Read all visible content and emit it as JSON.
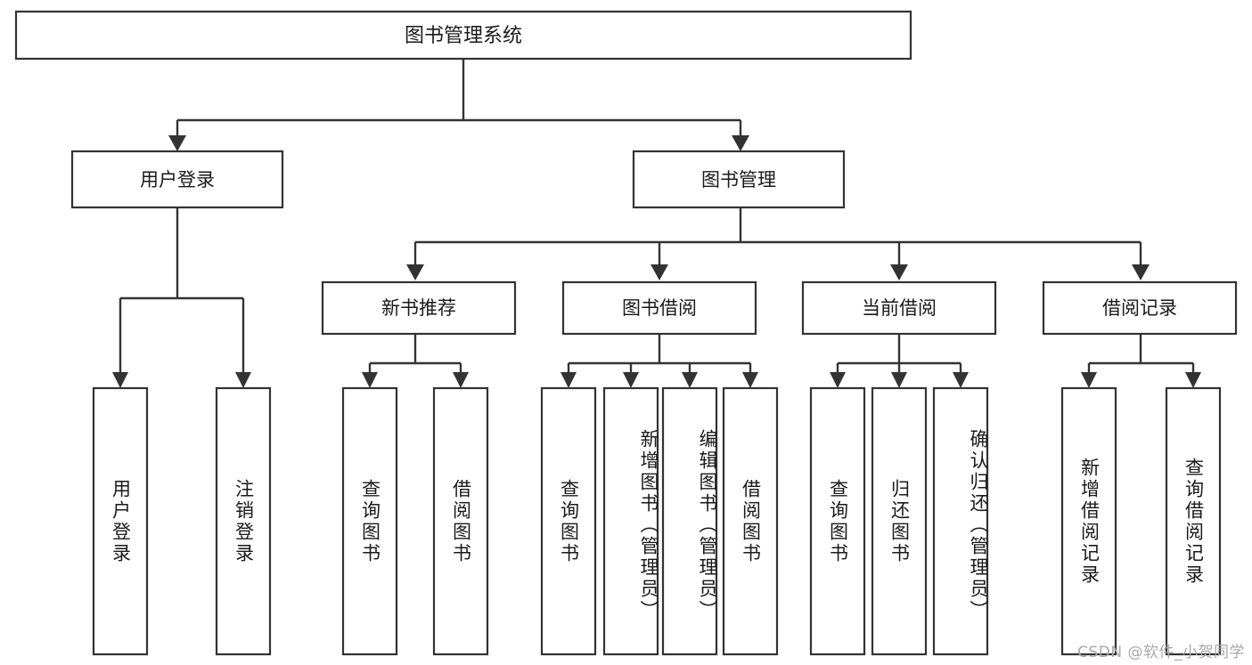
{
  "diagram": {
    "type": "tree",
    "title": "图书管理系统",
    "watermark": "CSDN @软件_小贺同学",
    "root": {
      "id": "root",
      "label": "图书管理系统"
    },
    "level1": [
      {
        "id": "user-login",
        "label": "用户登录"
      },
      {
        "id": "book-manage",
        "label": "图书管理"
      }
    ],
    "level2": [
      {
        "id": "new-book-rec",
        "label": "新书推荐",
        "parent": "book-manage"
      },
      {
        "id": "book-borrow",
        "label": "图书借阅",
        "parent": "book-manage"
      },
      {
        "id": "current-borrow",
        "label": "当前借阅",
        "parent": "book-manage"
      },
      {
        "id": "borrow-record",
        "label": "借阅记录",
        "parent": "book-manage"
      }
    ],
    "leaves": [
      {
        "id": "leaf-user-login",
        "label": "用户登录",
        "parent": "user-login"
      },
      {
        "id": "leaf-logout",
        "label": "注销登录",
        "parent": "user-login"
      },
      {
        "id": "leaf-query-book-1",
        "label": "查询图书",
        "parent": "new-book-rec"
      },
      {
        "id": "leaf-borrow-book-1",
        "label": "借阅图书",
        "parent": "new-book-rec"
      },
      {
        "id": "leaf-query-book-2",
        "label": "查询图书",
        "parent": "book-borrow"
      },
      {
        "id": "leaf-add-book",
        "label": "新增图书（管理员）",
        "parent": "book-borrow"
      },
      {
        "id": "leaf-edit-book",
        "label": "编辑图书（管理员）",
        "parent": "book-borrow"
      },
      {
        "id": "leaf-borrow-book-2",
        "label": "借阅图书",
        "parent": "book-borrow"
      },
      {
        "id": "leaf-query-book-3",
        "label": "查询图书",
        "parent": "current-borrow"
      },
      {
        "id": "leaf-return-book",
        "label": "归还图书",
        "parent": "current-borrow"
      },
      {
        "id": "leaf-confirm-return",
        "label": "确认归还（管理员）",
        "parent": "current-borrow"
      },
      {
        "id": "leaf-add-record",
        "label": "新增借阅记录",
        "parent": "borrow-record"
      },
      {
        "id": "leaf-query-record",
        "label": "查询借阅记录",
        "parent": "borrow-record"
      }
    ],
    "colors": {
      "stroke": "#333333",
      "fill": "#ffffff",
      "text": "#1a1a1a",
      "watermark": "#a8a8a8"
    }
  }
}
